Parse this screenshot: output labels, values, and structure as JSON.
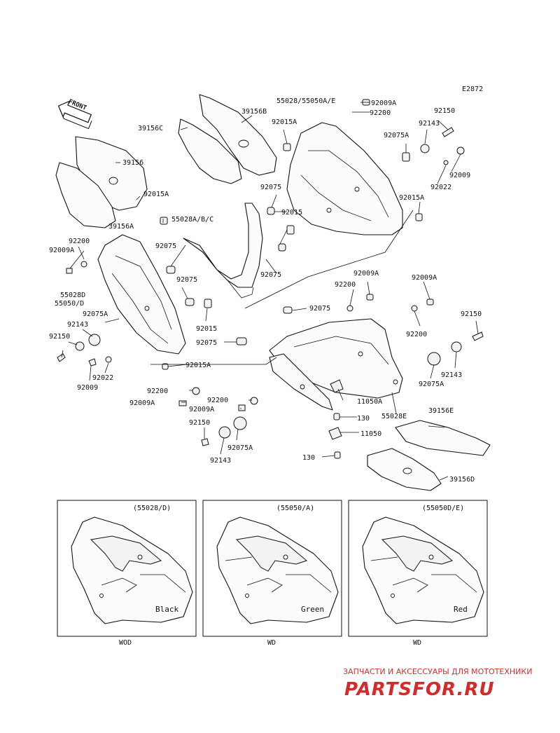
{
  "diagram_code": "E2872",
  "front_label": "FRONT",
  "labels": {
    "p55028_55050AE": "55028/55050A/E",
    "p92009A_top": "92009A",
    "p92200_top": "92200",
    "p92015A_top": "92015A",
    "p39156B": "39156B",
    "p39156C": "39156C",
    "p39156": "39156",
    "p92015A_left": "92015A",
    "p92150_tr": "92150",
    "p92143_tr": "92143",
    "p92075A_tr": "92075A",
    "p92009_tr": "92009",
    "p92022_tr": "92022",
    "p92015A_r": "92015A",
    "p92075_a": "92075",
    "p92015_a": "92015",
    "p55028ABC": "55028A/B/C",
    "p39156A": "39156A",
    "p92200_l": "92200",
    "p92009A_l": "92009A",
    "p92075_b": "92075",
    "p92075_c": "92075",
    "p92075_d": "92075",
    "p55028D": "55028D",
    "p55050D": "55050/D",
    "p92075A_l": "92075A",
    "p92143_l": "92143",
    "p92150_l": "92150",
    "p92022_l": "92022",
    "p92009_l": "92009",
    "p92015_b": "92015",
    "p92075_e": "92075",
    "p92015A_c": "92015A",
    "p92009A_m": "92009A",
    "p92200_m": "92200",
    "p92075_f": "92075",
    "p92009A_r": "92009A",
    "p92150_r": "92150",
    "p92200_r": "92200",
    "p92143_r": "92143",
    "p92075A_r": "92075A",
    "p92200_b1": "92200",
    "p92009A_b1": "92009A",
    "p92200_b2": "92200",
    "p92009A_b2": "92009A",
    "p92150_b": "92150",
    "p92075A_b": "92075A",
    "p92143_b": "92143",
    "p11050A": "11050A",
    "p130_a": "130",
    "p11050": "11050",
    "p130_b": "130",
    "p55028E": "55028E",
    "p39156E": "39156E",
    "p39156D": "39156D"
  },
  "variants": [
    {
      "code": "(55028/D)",
      "color": "Black",
      "market": "WOD"
    },
    {
      "code": "(55050/A)",
      "color": "Green",
      "market": "WD"
    },
    {
      "code": "(55050D/E)",
      "color": "Red",
      "market": "WD"
    }
  ],
  "watermark": {
    "tagline": "ЗАПЧАСТИ И АКСЕССУАРЫ ДЛЯ МОТОТЕХНИКИ",
    "brand": "PARTSFOR.RU",
    "brand_color": "#d42a2a"
  }
}
